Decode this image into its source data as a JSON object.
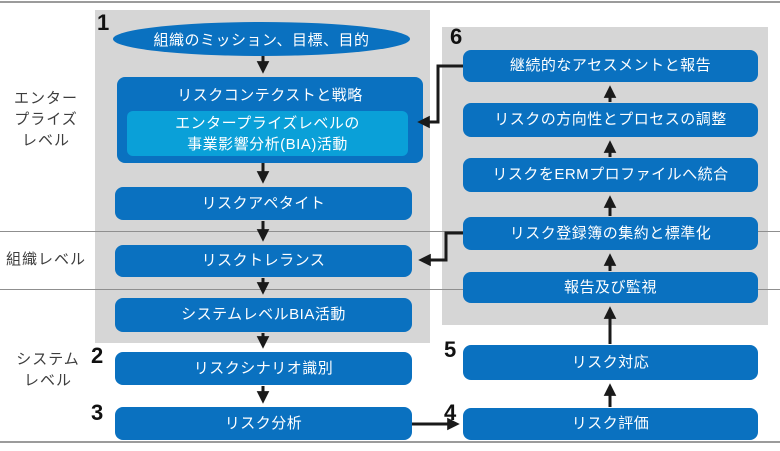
{
  "diagram_title": "ERM risk management flow (Japanese)",
  "colors": {
    "box_blue": "#0a71c0",
    "inner_bia_blue": "#0aa0d8",
    "panel_gray": "#d6d6d6",
    "line_gray": "#9b9b9b",
    "arrow_black": "#1a1a1a"
  },
  "levels": {
    "enterprise": "エンター\nプライズ\nレベル",
    "organization": "組織レベル",
    "system": "システム\nレベル"
  },
  "steps": {
    "n1": "1",
    "n2": "2",
    "n3": "3",
    "n4": "4",
    "n5": "5",
    "n6": "6"
  },
  "boxes": {
    "mission": "組織のミッション、目標、目的",
    "context": "リスクコンテクストと戦略",
    "enterprise_bia": "エンタープライズレベルの\n事業影響分析(BIA)活動",
    "appetite": "リスクアペタイト",
    "tolerance": "リスクトレランス",
    "system_bia": "システムレベルBIA活動",
    "scenario": "リスクシナリオ識別",
    "analysis": "リスク分析",
    "evaluation": "リスク評価",
    "response": "リスク対応",
    "monitor": "報告及び監視",
    "register": "リスク登録簿の集約と標準化",
    "integrate": "リスクをERMプロファイルへ統合",
    "adjust": "リスクの方向性とプロセスの調整",
    "continuous": "継続的なアセスメントと報告"
  }
}
